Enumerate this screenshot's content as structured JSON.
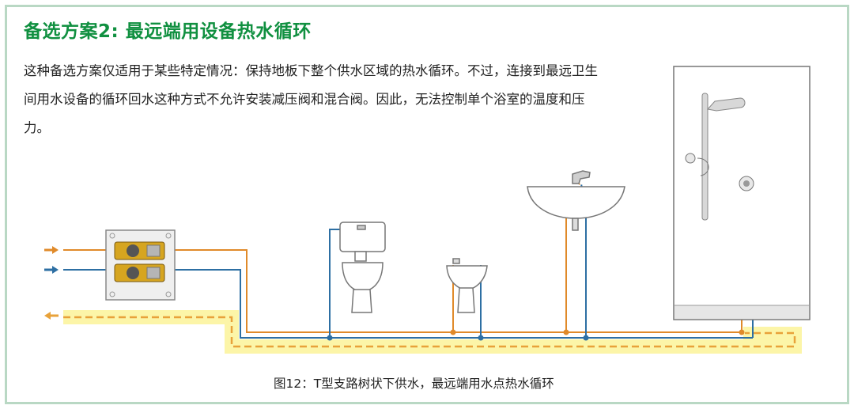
{
  "title": "备选方案2: 最远端用设备热水循环",
  "description": "这种备选方案仅适用于某些特定情况：保持地板下整个供水区域的热水循环。不过，连接到最远卫生间用水设备的循环回水这种方式不允许安装减压阀和混合阀。因此，无法控制单个浴室的温度和压力。",
  "caption": "图12：T型支路树状下供水，最远端用水点热水循环",
  "colors": {
    "hot_water": "#e08a2a",
    "cold_water": "#2d6fa3",
    "circulation_highlight": "#fcf5a8",
    "circulation_line": "#e8a23a",
    "title_green": "#109040",
    "frame_border": "#b9d8c4"
  },
  "icons": [
    "hot-inlet-arrow-icon",
    "cold-inlet-arrow-icon",
    "return-outlet-arrow-icon",
    "manifold-icon",
    "toilet-icon",
    "bidet-icon",
    "washbasin-icon",
    "shower-icon"
  ]
}
